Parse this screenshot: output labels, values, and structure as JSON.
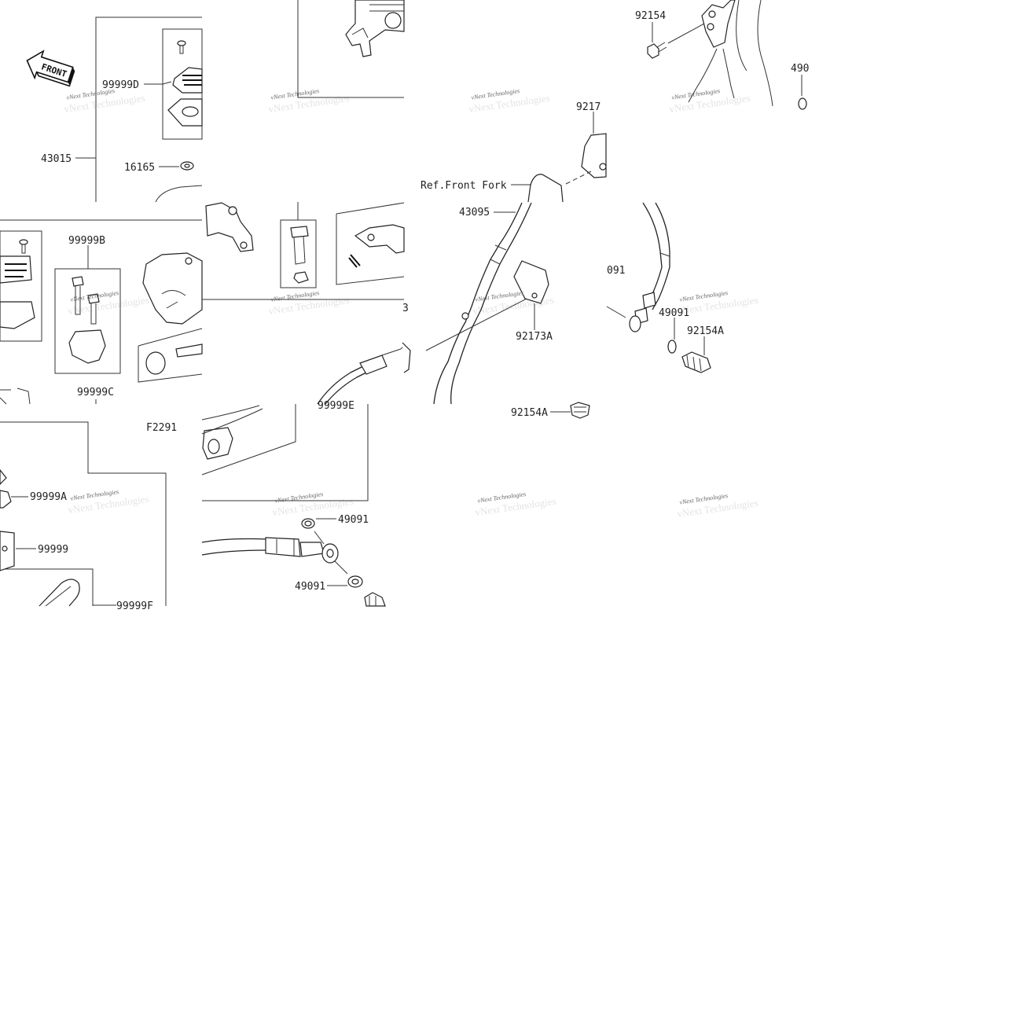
{
  "diagram": {
    "front_arrow_text": "FRONT",
    "figure_code": "F2291",
    "watermark": "vNext Technologies",
    "labels": {
      "p99999D": "99999D",
      "p43015": "43015",
      "p16165": "16165",
      "p99999B": "99999B",
      "p99999C": "99999C",
      "p99999A": "99999A",
      "p99999": "99999",
      "p99999F": "99999F",
      "p99999E": "99999E",
      "p49091_a": "49091",
      "p49091_b": "49091",
      "p49091_c": "49091",
      "p49091_d": "490",
      "p49091_e": "091",
      "p92154": "92154",
      "p92173": "9217",
      "p92173A": "92173A",
      "p92154A_a": "92154A",
      "p92154A_b": "92154A",
      "p43095": "43095",
      "ref_front_fork": "Ref.Front Fork",
      "p3": "3"
    }
  }
}
